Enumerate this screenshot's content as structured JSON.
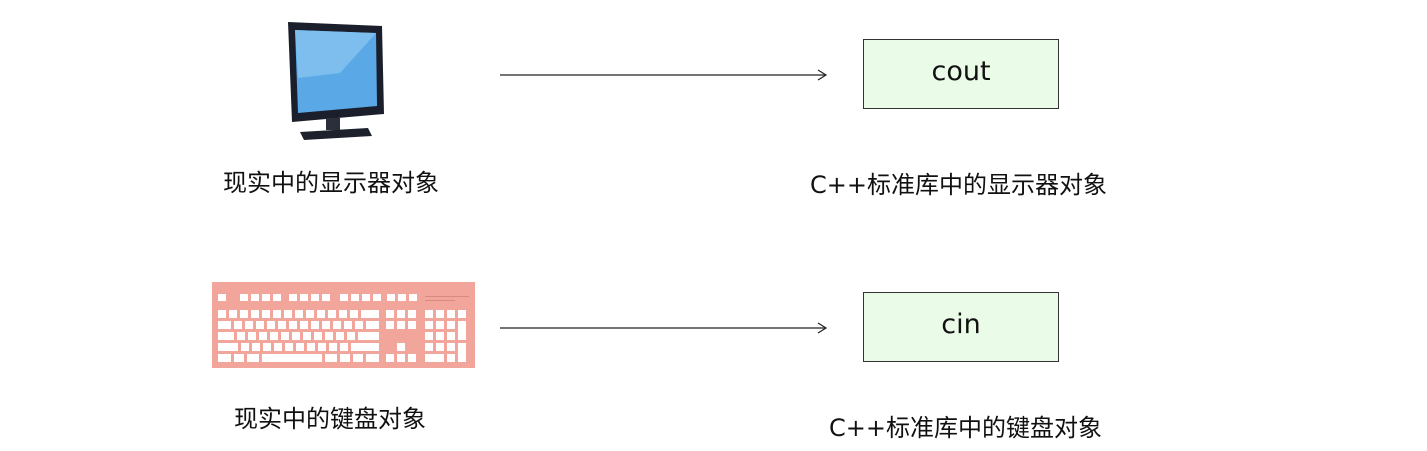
{
  "rows": [
    {
      "icon": "monitor-icon",
      "real_label": "现实中的显示器对象",
      "object_name": "cout",
      "cpp_label": "C++标准库中的显示器对象"
    },
    {
      "icon": "keyboard-icon",
      "real_label": "现实中的键盘对象",
      "object_name": "cin",
      "cpp_label": "C++标准库中的键盘对象"
    }
  ],
  "colors": {
    "box_fill": "#eafbe8",
    "keyboard_body": "#f2a59a",
    "monitor_screen": "#5aa9e6"
  }
}
